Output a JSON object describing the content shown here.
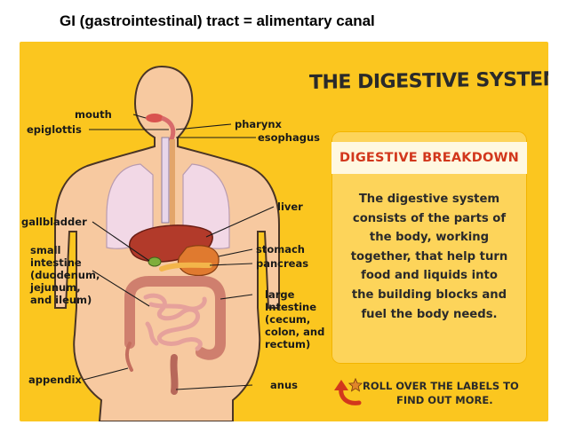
{
  "slide_title": "GI (gastrointestinal) tract = alimentary canal",
  "heading": "THE DIGESTIVE SYSTEM",
  "card": {
    "title": "DIGESTIVE BREAKDOWN",
    "body_lines": [
      "The digestive system",
      "consists of the parts of",
      "the body, working",
      "together, that help turn",
      "food and liquids into",
      "the building blocks and",
      "fuel the body needs."
    ]
  },
  "cta": {
    "line1": "ROLL OVER THE LABELS TO",
    "line2": "FIND OUT MORE."
  },
  "labels": {
    "mouth": "mouth",
    "epiglottis": "epiglottis",
    "gallbladder": "gallbladder",
    "small_intestine": [
      "small",
      "intestine",
      "(duodenum,",
      "jejunum,",
      "and ileum)"
    ],
    "appendix": "appendix",
    "pharynx": "pharynx",
    "esophagus": "esophagus",
    "liver": "liver",
    "stomach": "stomach",
    "pancreas": "pancreas",
    "large_intestine": [
      "large",
      "Intestine",
      "(cecum,",
      "colon, and",
      "rectum)"
    ],
    "anus": "anus"
  },
  "colors": {
    "panel": "#fbc61f",
    "card": "#fdd45a",
    "card_title": "#d2371c",
    "skin": "#f7c9a0",
    "liver": "#c0392b",
    "stomach": "#e0702a",
    "intestine": "#d98a8a"
  }
}
